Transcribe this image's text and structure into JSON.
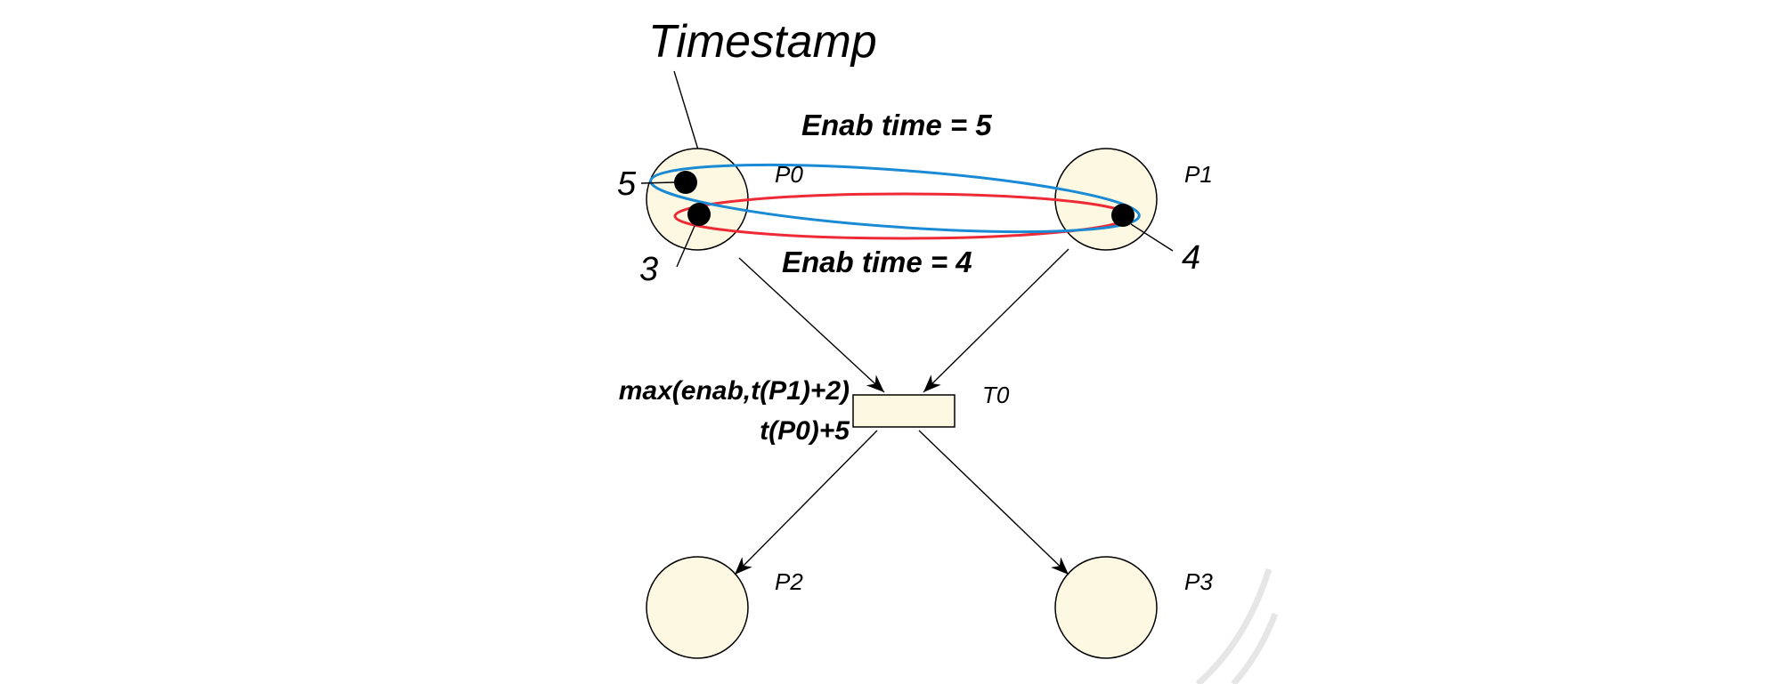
{
  "title": "Timestamp",
  "places": [
    {
      "id": "P0",
      "label": "P0"
    },
    {
      "id": "P1",
      "label": "P1"
    },
    {
      "id": "P2",
      "label": "P2"
    },
    {
      "id": "P3",
      "label": "P3"
    }
  ],
  "transition": {
    "label": "T0"
  },
  "timestamps": {
    "p0_top": "5",
    "p0_bottom": "3",
    "p1": "4"
  },
  "enabling": {
    "blue": {
      "text": "Enab time = 5",
      "color": "#1a8ad4"
    },
    "red": {
      "text": "Enab time = 4",
      "color": "#ee2a36"
    }
  },
  "expressions": {
    "line1": "max(enab,t(P1)+2)",
    "line2": "t(P0)+5"
  },
  "colors": {
    "place_fill": "#fdf8e2",
    "stroke": "#000000",
    "token": "#000000"
  }
}
